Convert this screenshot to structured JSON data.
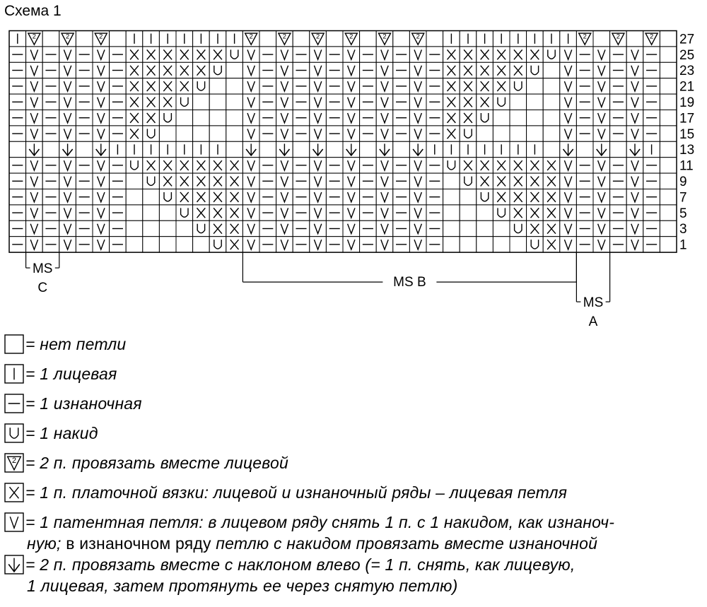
{
  "title": "Схема 1",
  "row_numbers": [
    "27",
    "25",
    "23",
    "21",
    "19",
    "17",
    "15",
    "13",
    "11",
    "9",
    "7",
    "5",
    "3",
    "1"
  ],
  "repeat_labels": {
    "ms_c": [
      "MS",
      "C"
    ],
    "ms_b": "MS B",
    "ms_a": [
      "MS",
      "A"
    ]
  },
  "grid": [
    "I▽ ▽ ▽ IIIIIII▽ ▽ ▽ ▽ ▽ ▽ IIIIIIII▽ ▽ ▽ ",
    "-V-V-V-XXXXXXUV-V-V-V-V-V-XXXXXXUV-V-V-",
    "-V-V-V-XXXXXU V-V-V-V-V-V-XXXXXU V-V-V-",
    "-V-V-V-XXXXU  V-V-V-V-V-V-XXXXU  V-V-V-",
    "-V-V-V-XXXU   V-V-V-V-V-V-XXXU   V-V-V-",
    "-V-V-V-XXU    V-V-V-V-V-V-XXU    V-V-V-",
    "-V-V-V-XU     V-V-V-V-V-V-XU     V-V-V-",
    " ↓ ↓ ↓IIIIIII ↓ ↓ ↓ ↓ ↓ ↓IIIIIII ↓ ↓ ↓I",
    "-V-V-V-UXXXXXXV-V-V-V-V-V-UXXXXXXV-V-V-",
    "-V-V-V- UXXXXXV-V-V-V-V-V- UXXXXXV-V-V-",
    "-V-V-V-  UXXXXV-V-V-V-V-V-  UXXXXV-V-V-",
    "-V-V-V-   UXXXV-V-V-V-V-V-   UXXXV-V-V-",
    "-V-V-V-    UXXV-V-V-V-V-V-    UXXV-V-V-",
    "-V-V-V-     UXV-V-V-V-V-V-     UXV-V-V-"
  ],
  "legend": [
    {
      "symbol": "blank",
      "text": "= нет петли"
    },
    {
      "symbol": "I",
      "text": "= 1 лицевая"
    },
    {
      "symbol": "-",
      "text": "= 1 изнаночная"
    },
    {
      "symbol": "U",
      "text": "= 1 накид"
    },
    {
      "symbol": "▽",
      "text": "= 2 п. провязать вместе лицевой"
    },
    {
      "symbol": "X",
      "text": "= 1 п. платочной вязки: лицевой и изнаночный ряды – лицевая петля"
    },
    {
      "symbol": "V",
      "text": "= 1 патентная петля: в лицевом ряду снять 1 п. с 1 накидом, как изнаноч-",
      "cont_a": "ную; ",
      "cont_b": "в изнаночном ряду",
      "cont_c": " петлю с накидом провязать вместе изнаночной"
    },
    {
      "symbol": "↓",
      "text": "= 2 п. провязать вместе с наклоном влево (= 1 п. снять, как лицевую,",
      "cont": "1 лицевая, затем протянуть ее через снятую петлю)"
    }
  ]
}
